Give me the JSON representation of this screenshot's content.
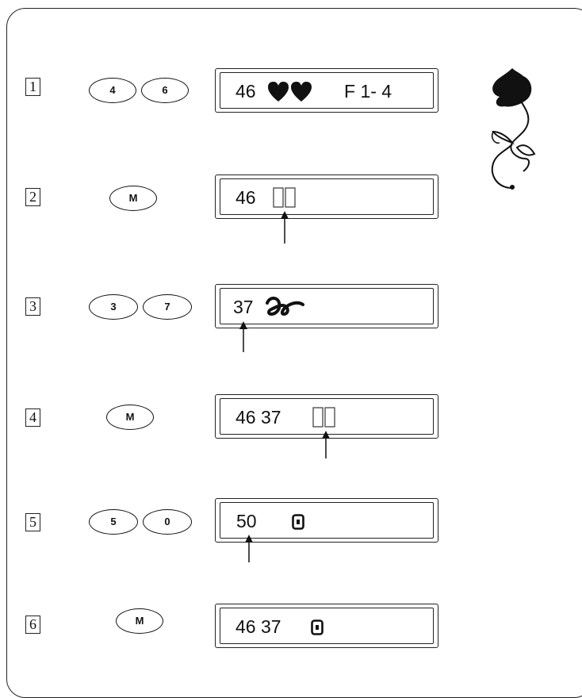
{
  "steps": [
    {
      "number": "1",
      "keys": [
        "4",
        "6"
      ],
      "display": {
        "digits": "46",
        "pattern_icon": "hearts-icon",
        "frame_label": "F 1- 4"
      }
    },
    {
      "number": "2",
      "keys": [
        "M"
      ],
      "display": {
        "digits": "46",
        "placeholder_icon": "empty-pattern-slot-icon"
      }
    },
    {
      "number": "3",
      "keys": [
        "3",
        "7"
      ],
      "display": {
        "digits": "37",
        "pattern_icon": "script-stitch-icon"
      }
    },
    {
      "number": "4",
      "keys": [
        "M"
      ],
      "display": {
        "digits": "46 37",
        "placeholder_icon": "empty-pattern-slot-icon"
      }
    },
    {
      "number": "5",
      "keys": [
        "5",
        "0"
      ],
      "display": {
        "digits": "50",
        "pattern_icon": "pattern-end-icon"
      }
    },
    {
      "number": "6",
      "keys": [
        "M"
      ],
      "display": {
        "digits": "46 37",
        "pattern_icon": "pattern-end-icon"
      }
    }
  ],
  "illustration": {
    "icon": "heart-vine-sample-icon"
  },
  "colors": {
    "ink": "#111111"
  }
}
